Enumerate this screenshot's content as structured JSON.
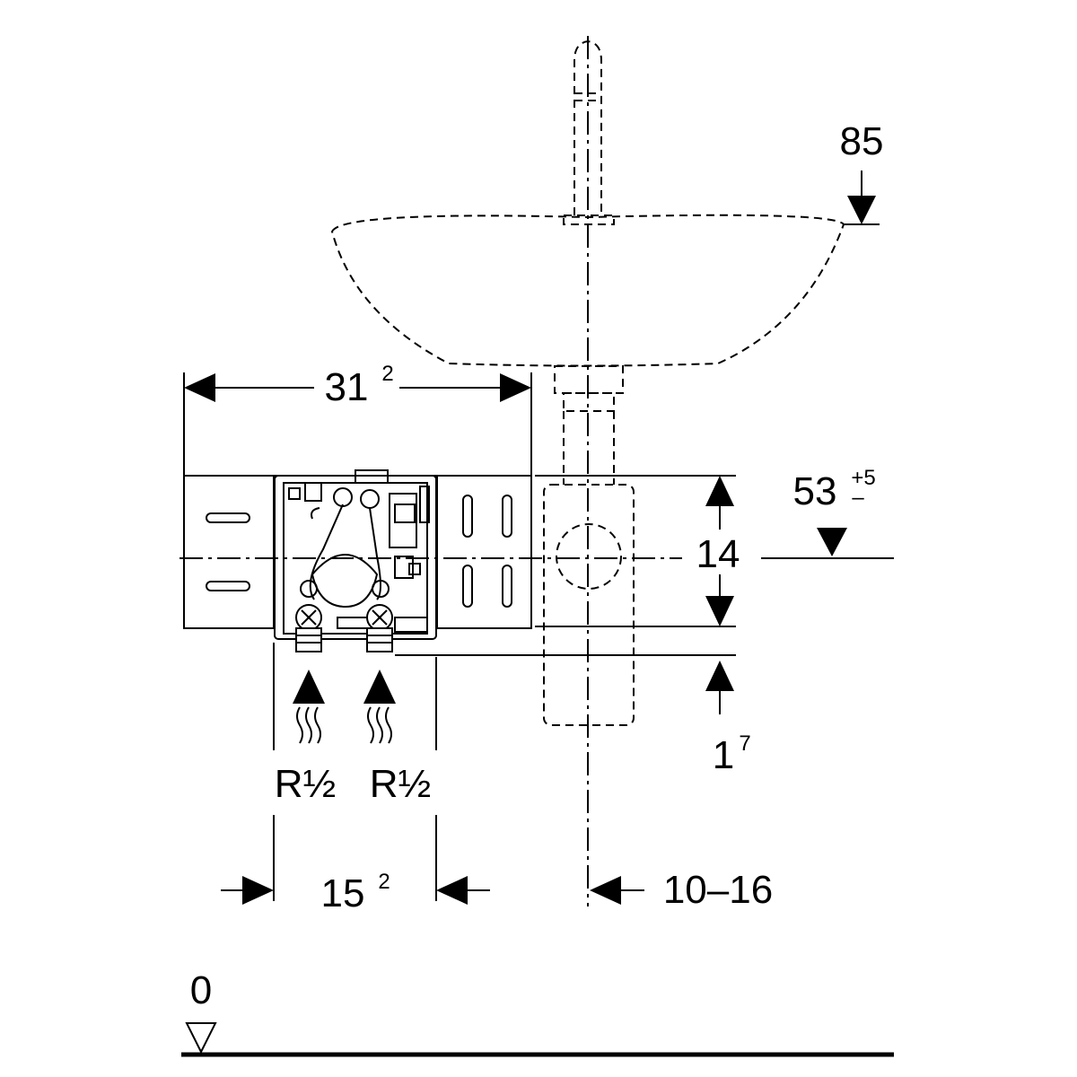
{
  "dimensions": {
    "rim_height": "85",
    "bracket_width_main": "31",
    "bracket_width_sup": "2",
    "drain_height_main": "53",
    "drain_height_tol_plus": "+5",
    "drain_height_tol_minus": "–",
    "frame_height": "14",
    "frame_bottom_main": "1",
    "frame_bottom_sup": "7",
    "supply_spacing_main": "15",
    "supply_spacing_sup": "2",
    "wall_offset": "10–16",
    "floor_level": "0"
  },
  "connections": {
    "left_thread": "R½",
    "right_thread": "R½"
  }
}
